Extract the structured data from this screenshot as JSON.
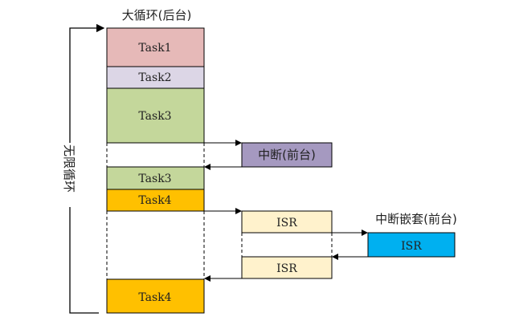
{
  "title": "大循环(后台)",
  "loop_label": "无限循环",
  "interrupt_label": "中断(前台)",
  "nested_label": "中断嵌套(前台)",
  "tasks": [
    "Task1",
    "Task2",
    "Task3",
    "Task3",
    "Task4",
    "Task4"
  ],
  "isr": [
    "ISR",
    "ISR",
    "ISR"
  ],
  "colors": {
    "task1": "#e6b9b8",
    "task2": "#dcd6e6",
    "task3": "#c4d79b",
    "task4": "#ffc000",
    "interrupt": "#a599c0",
    "isr": "#fff2cc",
    "nested_isr": "#00b0f0"
  }
}
